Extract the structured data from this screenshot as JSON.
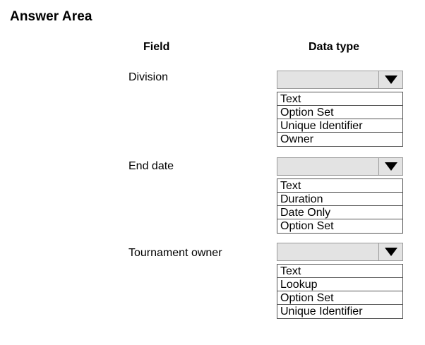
{
  "title": "Answer Area",
  "headers": {
    "field": "Field",
    "data_type": "Data type"
  },
  "rows": [
    {
      "field": "Division",
      "options": [
        "Text",
        "Option Set",
        "Unique Identifier",
        "Owner"
      ]
    },
    {
      "field": "End date",
      "options": [
        "Text",
        "Duration",
        "Date Only",
        "Option Set"
      ]
    },
    {
      "field": "Tournament owner",
      "options": [
        "Text",
        "Lookup",
        "Option Set",
        "Unique Identifier"
      ]
    }
  ]
}
